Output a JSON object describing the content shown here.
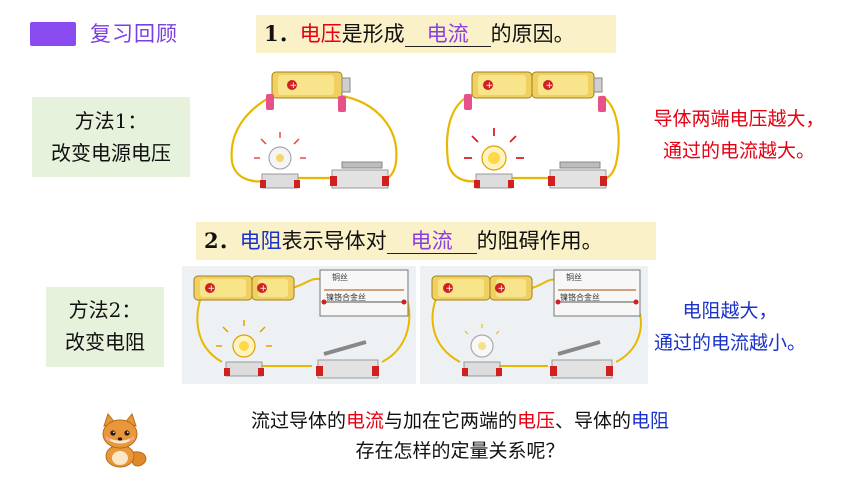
{
  "header": {
    "title": "复习回顾",
    "accent": "#8a4bf0"
  },
  "q1": {
    "num": "1．",
    "term": "电压",
    "text_a": "是形成",
    "blank": "电流",
    "text_b": "的原因。"
  },
  "method1": {
    "line1": "方法1：",
    "line2": "改变电源电压"
  },
  "result1": {
    "line1": "导体两端电压越大，",
    "line2": "通过的电流越大。"
  },
  "q2": {
    "num": "2．",
    "term": "电阻",
    "text_a": "表示导体对",
    "blank": "电流",
    "text_b": "的阻碍作用。"
  },
  "method2": {
    "line1": "方法2：",
    "line2": "改变电阻"
  },
  "resistor_panel": {
    "wire1": "铜丝",
    "wire2": "镍铬合金丝"
  },
  "result2": {
    "line1": "电阻越大，",
    "line2": "通过的电流越小。"
  },
  "question": {
    "p1": "流过导体的",
    "current": "电流",
    "p2": "与加在它两端的",
    "voltage": "电压",
    "p3": "、导体的",
    "resistance": "电阻",
    "line2": "存在怎样的定量关系呢？"
  }
}
